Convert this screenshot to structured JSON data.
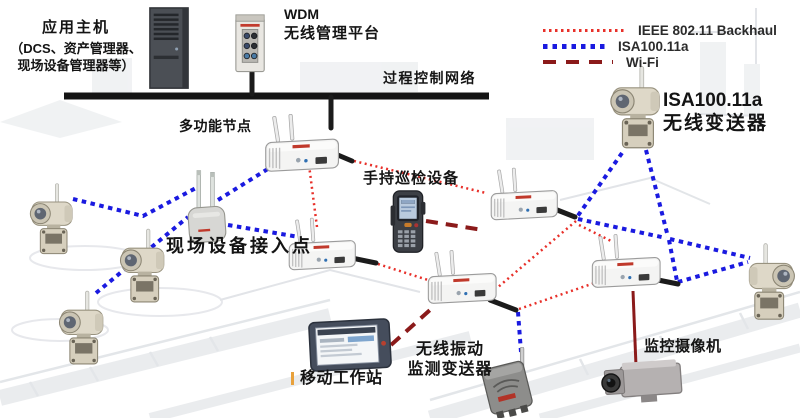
{
  "colors": {
    "backhaul_red": "#e8302a",
    "isa_blue": "#1a1ae0",
    "wifi_dark_red": "#8b1a1a",
    "network_black": "#141414"
  },
  "legend": {
    "items": [
      {
        "label": "IEEE 802.11 Backhaul",
        "style": "red-dotted"
      },
      {
        "label": "ISA100.11a",
        "style": "blue-dotted"
      },
      {
        "label": "Wi-Fi",
        "style": "darkred-dashed"
      }
    ]
  },
  "labels": {
    "app_host_title": "应用主机",
    "app_host_sub1": "（DCS、资产管理器、",
    "app_host_sub2": "现场设备管理器等）",
    "wdm_title": "WDM",
    "wdm_subtitle": "无线管理平台",
    "process_network": "过程控制网络",
    "multifunction_node": "多功能节点",
    "handheld_device": "手持巡检设备",
    "field_access_point": "现场设备接入点",
    "isa_transmitter_line1": "ISA100.11a",
    "isa_transmitter_line2": "无线变送器",
    "vibration_line1": "无线振动",
    "vibration_line2": "监测变送器",
    "mobile_workstation": "移动工作站",
    "camera": "监控摄像机"
  },
  "icons": {
    "server": "server-tower-icon",
    "wdm": "wdm-gateway-icon",
    "node": "wireless-backhaul-node-icon",
    "access_point": "field-access-point-icon",
    "transmitter": "wireless-transmitter-icon",
    "handheld": "handheld-terminal-icon",
    "tablet": "mobile-workstation-icon",
    "vibration": "vibration-transmitter-icon",
    "camera": "cctv-camera-icon"
  },
  "connections": [
    {
      "from": "multifunction-node",
      "to": "node-2",
      "type": "IEEE 802.11 Backhaul"
    },
    {
      "from": "multifunction-node",
      "to": "node-3",
      "type": "IEEE 802.11 Backhaul"
    },
    {
      "from": "node-2",
      "to": "node-4",
      "type": "IEEE 802.11 Backhaul"
    },
    {
      "from": "node-3",
      "to": "node-4",
      "type": "IEEE 802.11 Backhaul"
    },
    {
      "from": "node-3",
      "to": "node-5",
      "type": "IEEE 802.11 Backhaul"
    },
    {
      "from": "node-4",
      "to": "node-5",
      "type": "IEEE 802.11 Backhaul"
    },
    {
      "from": "transmitter-left-1",
      "to": "field-access-point",
      "type": "ISA100.11a"
    },
    {
      "from": "transmitter-left-3",
      "to": "field-access-point",
      "type": "ISA100.11a"
    },
    {
      "from": "field-access-point",
      "to": "multifunction-node",
      "type": "ISA100.11a"
    },
    {
      "from": "field-access-point",
      "to": "node-2",
      "type": "ISA100.11a"
    },
    {
      "from": "isa-transmitter-top",
      "to": "node-3",
      "type": "ISA100.11a"
    },
    {
      "from": "isa-transmitter-top",
      "to": "node-5",
      "type": "ISA100.11a"
    },
    {
      "from": "node-3",
      "to": "node-5",
      "type": "ISA100.11a"
    },
    {
      "from": "node-5",
      "to": "transmitter-right",
      "type": "ISA100.11a"
    },
    {
      "from": "node-4",
      "to": "vibration-transmitter",
      "type": "ISA100.11a"
    },
    {
      "from": "handheld-device",
      "to": "node-3",
      "type": "Wi-Fi"
    },
    {
      "from": "mobile-workstation",
      "to": "node-4",
      "type": "Wi-Fi"
    },
    {
      "from": "node-5",
      "to": "camera",
      "type": "Wi-Fi"
    }
  ]
}
